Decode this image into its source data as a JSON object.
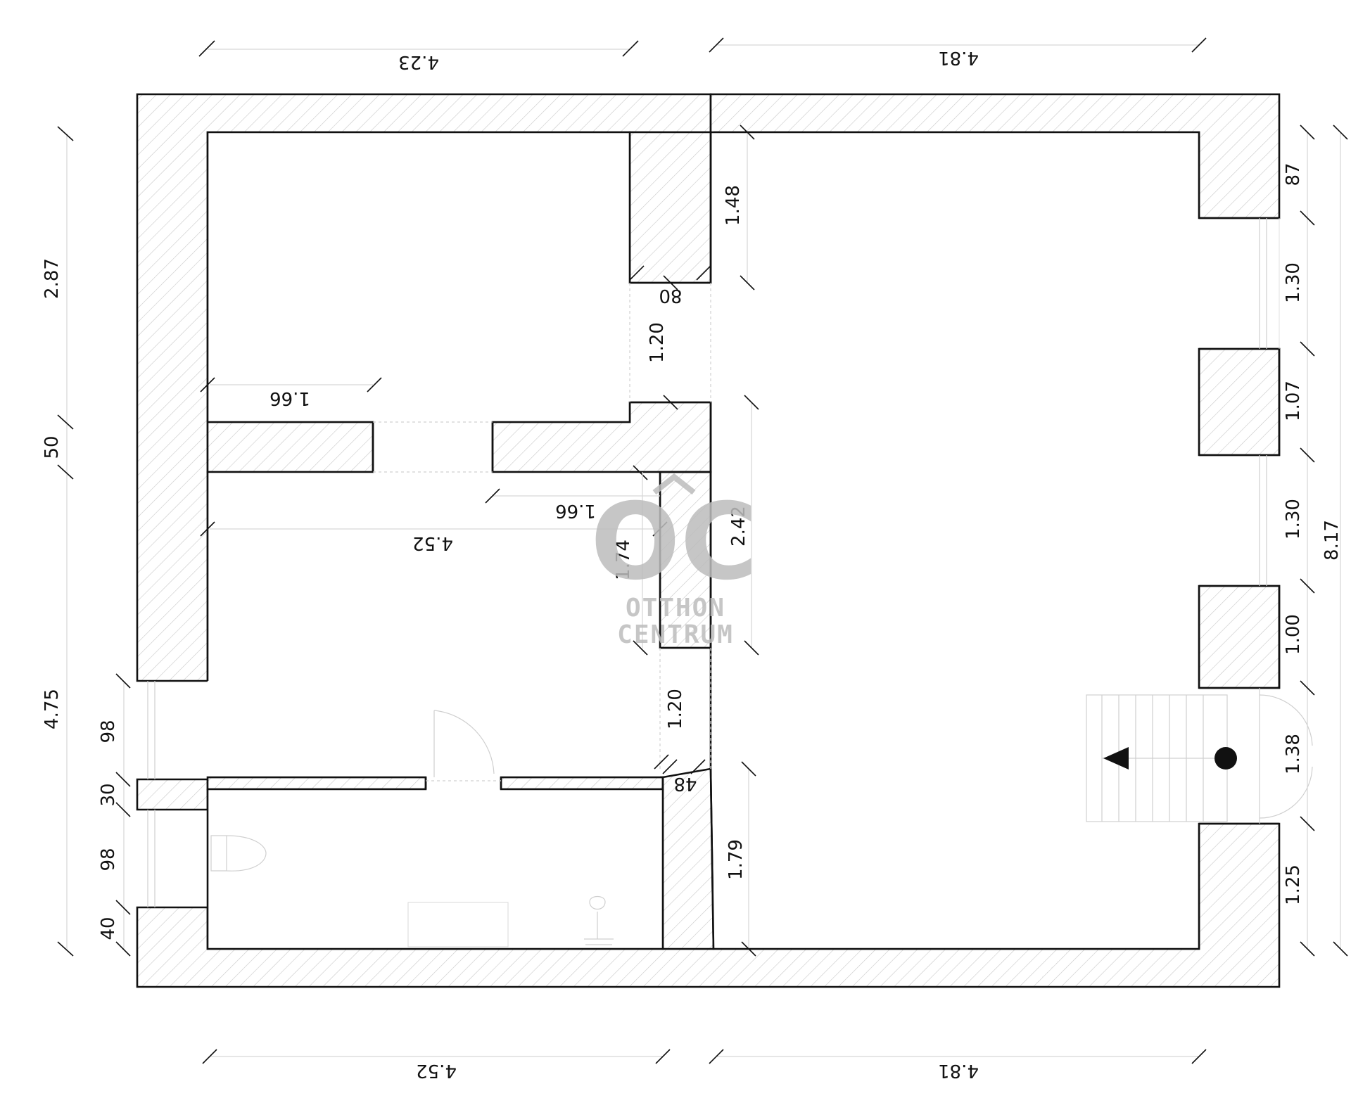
{
  "dimensions": {
    "top_left": "4.23",
    "top_right": "4.81",
    "bottom_left": "4.52",
    "bottom_right": "4.81",
    "left_2_87": "2.87",
    "left_50": "50",
    "left_4_75": "4.75",
    "left_98_upper": "98",
    "left_30": "30",
    "left_98_lower": "98",
    "left_40": "40",
    "right_87": "87",
    "right_1_30_upper": "1.30",
    "right_1_07": "1.07",
    "right_1_30_lower": "1.30",
    "right_1_00": "1.00",
    "right_1_38": "1.38",
    "right_1_25": "1.25",
    "right_total": "8.17",
    "inner_1_48": "1.48",
    "inner_80": "80",
    "inner_1_20_upper": "1.20",
    "inner_1_66_upper": "1.66",
    "inner_1_66_lower": "1.66",
    "inner_4_52": "4.52",
    "inner_1_74": "1.74",
    "inner_2_42": "2.42",
    "inner_1_20_lower": "1.20",
    "inner_48": "48",
    "inner_1_79": "1.79"
  },
  "watermark": {
    "logo": "OC",
    "line1": "OTTHON",
    "line2": "CENTRUM"
  },
  "colors": {
    "wall_stroke": "#111111",
    "hatch": "#c8c8c8",
    "watermark": "#bdbdbd"
  }
}
